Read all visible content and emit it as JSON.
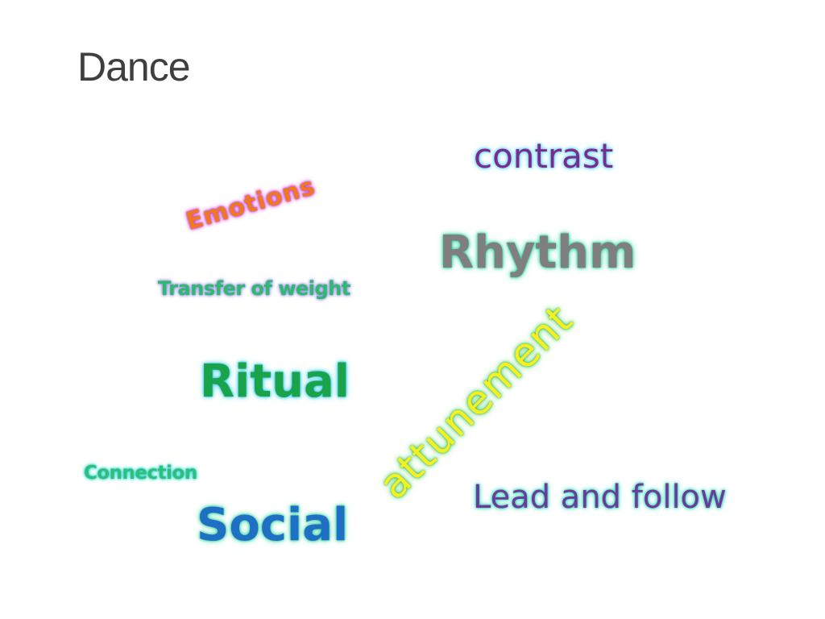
{
  "slide": {
    "title": "Dance",
    "words": {
      "contrast": "contrast",
      "emotions": "Emotions",
      "rhythm": "Rhythm",
      "transfer": "Transfer of weight",
      "ritual": "Ritual",
      "attunement": "attunement",
      "connection": "Connection",
      "lead_and_follow": "Lead and follow",
      "social": "Social"
    },
    "colors": {
      "title": "#3f3f3f",
      "contrast": "#7b2a8f",
      "emotions": "#f0781e",
      "rhythm": "#7f7f7f",
      "transfer": "#30b870",
      "ritual": "#1aa34a",
      "attunement": "#f6f022",
      "connection": "#2fbf7a",
      "lead_and_follow": "#6a3b9a",
      "social": "#1f6fc4"
    }
  }
}
